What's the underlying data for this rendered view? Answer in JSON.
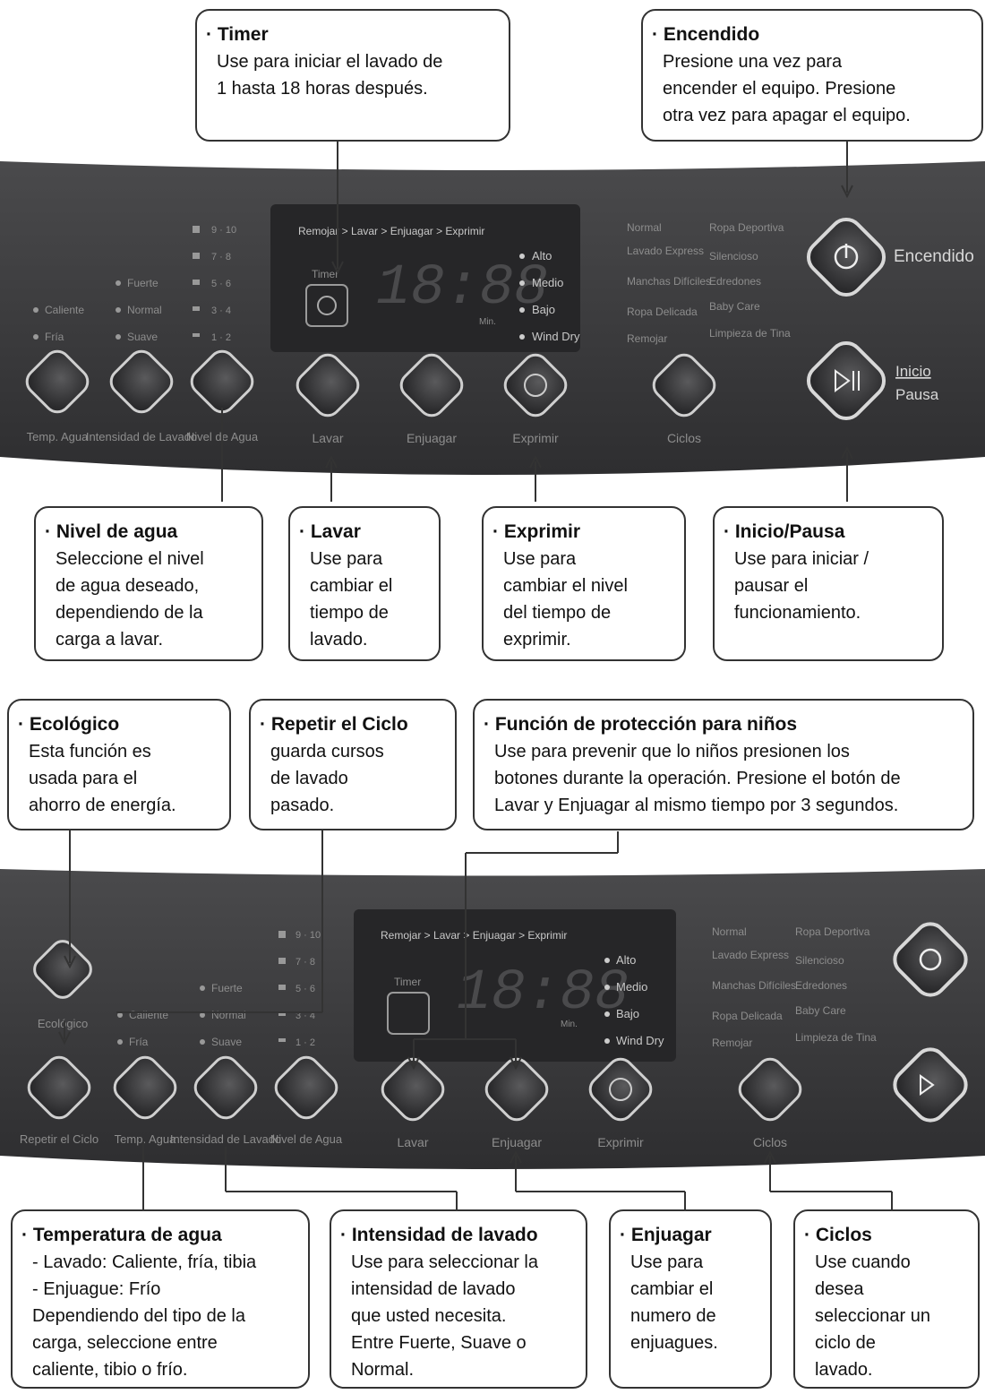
{
  "callouts": {
    "timer": {
      "title": "Timer",
      "body": "Use para iniciar el lavado de\n1 hasta 18 horas después."
    },
    "encendido": {
      "title": "Encendido",
      "body": "Presione una vez para\nencender el equipo. Presione\notra vez para apagar el equipo."
    },
    "nivel": {
      "title": "Nivel de agua",
      "body": "Seleccione el nivel\nde agua deseado,\ndependiendo de la\ncarga a lavar."
    },
    "lavar": {
      "title": "Lavar",
      "body": "Use para\ncambiar el\ntiempo de\nlavado."
    },
    "exprimir": {
      "title": "Exprimir",
      "body": "Use para\ncambiar el nivel\ndel tiempo de\nexprimir."
    },
    "inicio": {
      "title": "Inicio/Pausa",
      "body": "Use para iniciar /\npausar el\nfuncionamiento."
    },
    "ecologico": {
      "title": "Ecológico",
      "body": "Esta función es\nusada para el\nahorro de energía."
    },
    "repetir": {
      "title": "Repetir el Ciclo",
      "body": "guarda cursos\nde lavado\npasado."
    },
    "proteccion": {
      "title": "Función de protección para niños",
      "body": "Use para prevenir que lo niños presionen los\nbotones durante la operación. Presione el botón de\nLavar y Enjuagar al mismo tiempo por 3 segundos."
    },
    "temperatura": {
      "title": "Temperatura de agua",
      "body": "- Lavado: Caliente, fría, tibia\n- Enjuague: Frío\n   Dependiendo del tipo de la\n   carga, seleccione entre\n   caliente, tibio o frío."
    },
    "intensidad": {
      "title": "Intensidad de lavado",
      "body": "Use para seleccionar la\nintensidad de lavado\nque usted necesita.\nEntre Fuerte, Suave o\nNormal."
    },
    "enjuagar": {
      "title": "Enjuagar",
      "body": "Use para\ncambiar el\nnumero de\nenjuagues."
    },
    "ciclos": {
      "title": "Ciclos",
      "body": "Use cuando\ndesea\nseleccionar un\nciclo de\nlavado."
    }
  },
  "panel": {
    "steps": "Remojar > Lavar > Enjuagar > Exprimir",
    "timer_label": "Timer",
    "display": "18:88",
    "display_unit": "Min.",
    "spin_levels": [
      "Alto",
      "Medio",
      "Bajo",
      "Wind Dry"
    ],
    "temp_options": [
      "Caliente",
      "Fría"
    ],
    "intensity_options": [
      "Fuerte",
      "Normal",
      "Suave"
    ],
    "water_levels": [
      "9 · 10",
      "7 · 8",
      "5 · 6",
      "3 · 4",
      "1 · 2"
    ],
    "cycles_left": [
      "Normal",
      "Lavado Express",
      "Manchas Difíciles",
      "Ropa Delicada",
      "Remojar"
    ],
    "cycles_right": [
      "Ropa Deportiva",
      "Silencioso",
      "Edredones",
      "Baby Care",
      "Limpieza de Tina"
    ],
    "buttons": {
      "temp": "Temp. Agua",
      "intensidad": "Intensidad de Lavado",
      "nivel": "Nivel de Agua",
      "lavar": "Lavar",
      "enjuagar": "Enjuagar",
      "exprimir": "Exprimir",
      "ciclos": "Ciclos",
      "encendido": "Encendido",
      "inicio": "Inicio",
      "pausa": "Pausa",
      "ecologico": "Ecológico",
      "repetir": "Repetir el Ciclo"
    }
  },
  "colors": {
    "panel": "#3a3a3c",
    "display": "#262628",
    "text": "#d0d0d0"
  }
}
